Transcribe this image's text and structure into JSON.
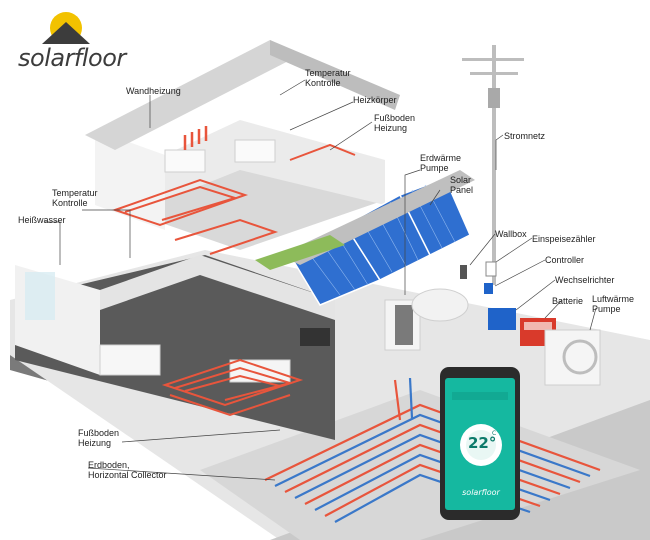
{
  "brand": {
    "name": "solarfloor"
  },
  "labels": {
    "temperatur_kontrolle_top": [
      "Temperatur",
      "Kontrolle"
    ],
    "wandheizung": "Wandheizung",
    "heizkoerper": "Heizkörper",
    "fussboden_heizung_top": [
      "Fußboden",
      "Heizung"
    ],
    "stromnetz": "Stromnetz",
    "erdwaerme_pumpe": [
      "Erdwärme",
      "Pumpe"
    ],
    "solar_panel": [
      "Solar",
      "Panel"
    ],
    "temperatur_kontrolle_left": [
      "Temperatur",
      "Kontrolle"
    ],
    "heisswasser": "Heißwasser",
    "wallbox": "Wallbox",
    "einspeisezaehler": "Einspeisezähler",
    "controller": "Controller",
    "wechselrichter": "Wechselrichter",
    "batterie": "Batterie",
    "luftwaerme_pumpe": [
      "Luftwärme",
      "Pumpe"
    ],
    "fussboden_heizung_bottom": [
      "Fußboden",
      "Heizung"
    ],
    "erdboden_collector": [
      "Erdboden,",
      "Horizontal Collector"
    ]
  },
  "phone": {
    "temperature": "22°",
    "unit": "C",
    "brand": "solarfloor"
  },
  "colors": {
    "sun": "#f2c200",
    "pipe_red": "#e8553c",
    "pipe_blue": "#3a78c9",
    "panel_blue": "#2f6fd0",
    "phone_teal": "#15b8a0",
    "battery_blue": "#1f63c9",
    "battery_red": "#d93a2b",
    "ground": "#9a9a9a",
    "floor_dark": "#5a5a5a",
    "wall": "#f1f1f1"
  }
}
